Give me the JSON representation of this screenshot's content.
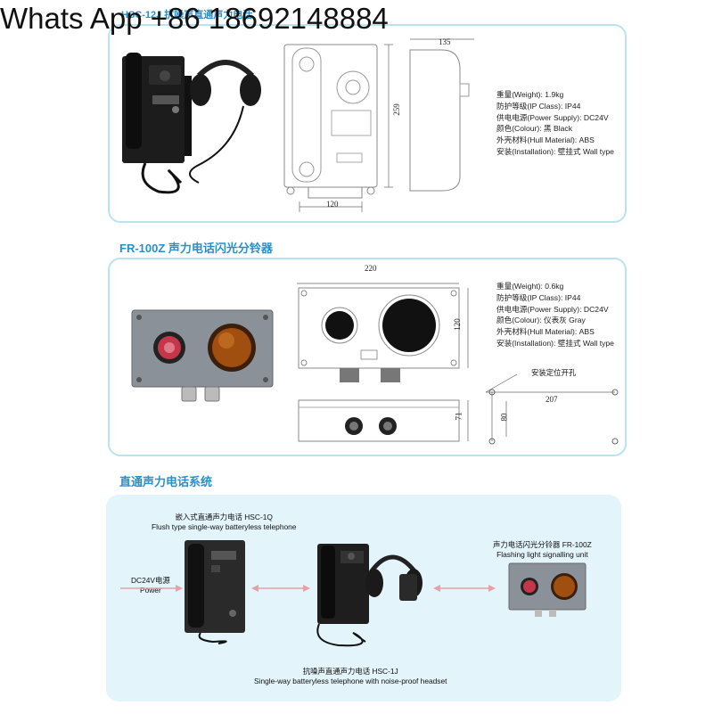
{
  "watermark": "Whats App +86 18692148884",
  "section1": {
    "title": "HSC-12J 抗噪声直通声力电话",
    "specs": [
      "重量(Weight): 1.9kg",
      "防护等级(IP Class): IP44",
      "供电电源(Power Supply): DC24V",
      "颜色(Colour): 黑 Black",
      "外壳材料(Hull Material): ABS",
      "安装(Installation): 壁挂式 Wall type"
    ],
    "dims": {
      "side_width": "135",
      "height": "259",
      "bottom_width": "120"
    }
  },
  "section2": {
    "title": "FR-100Z 声力电话闪光分铃器",
    "specs": [
      "重量(Weight): 0.6kg",
      "防护等级(IP Class): IP44",
      "供电电源(Power Supply): DC24V",
      "颜色(Colour): 仪表灰 Gray",
      "外壳材料(Hull Material): ABS",
      "安装(Installation): 壁挂式 Wall type"
    ],
    "dims": {
      "width": "220",
      "height": "120",
      "depth": "71",
      "mount_height": "80",
      "mount_width": "207"
    },
    "mount_label": "安装定位开孔"
  },
  "section3": {
    "title": "直通声力电话系统",
    "power_label_cn": "DC24V电源",
    "power_label_en": "Power",
    "flush_cn": "嵌入式直通声力电话 HSC-1Q",
    "flush_en": "Flush type single-way batteryless telephone",
    "signal_cn": "声力电话闪光分铃器 FR-100Z",
    "signal_en": "Flashing light signalling unit",
    "headset_cn": "抗噪声直通声力电话 HSC-1J",
    "headset_en": "Single-way batteryless telephone with noise-proof headset"
  },
  "colors": {
    "accent": "#2a8fc9",
    "panel_border": "#b9e3ef",
    "system_bg": "#e3f4fb",
    "arrow": "#e8a0a8"
  }
}
